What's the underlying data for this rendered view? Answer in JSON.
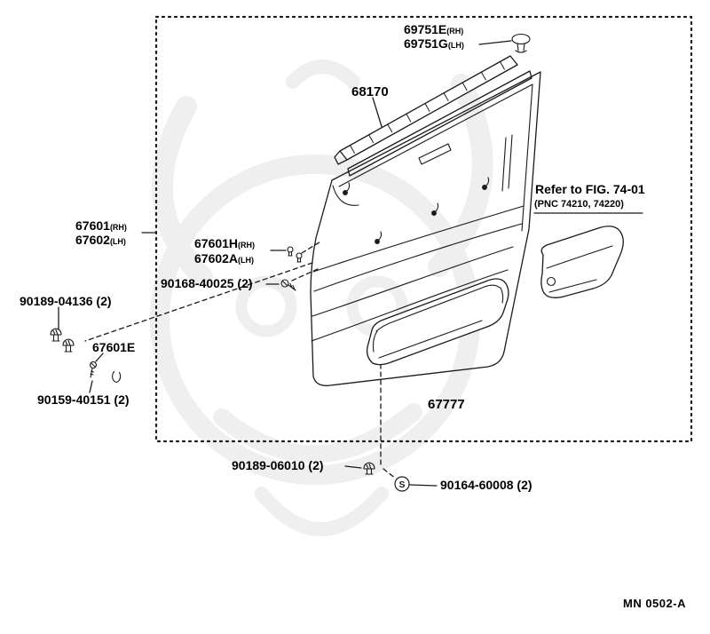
{
  "diagram": {
    "footer_code": "MN 0502-A",
    "symbols": {
      "s": "S"
    },
    "labels": {
      "l69751e": {
        "text": "69751E",
        "suffix": "(RH)"
      },
      "l69751g": {
        "text": "69751G",
        "suffix": "(LH)"
      },
      "l68170": {
        "text": "68170"
      },
      "refer_fig": {
        "text": "Refer to FIG. 74-01"
      },
      "refer_fig_pnc": {
        "text": "(PNC 74210, 74220)"
      },
      "l67601": {
        "text": "67601",
        "suffix": "(RH)"
      },
      "l67602": {
        "text": "67602",
        "suffix": "(LH)"
      },
      "l67601h": {
        "text": "67601H",
        "suffix": "(RH)"
      },
      "l67602a": {
        "text": "67602A",
        "suffix": "(LH)"
      },
      "l90168": {
        "text": "90168-40025 (2)"
      },
      "l90189a": {
        "text": "90189-04136 (2)"
      },
      "l67601e": {
        "text": "67601E"
      },
      "l90159": {
        "text": "90159-40151 (2)"
      },
      "l67777": {
        "text": "67777"
      },
      "l90189b": {
        "text": "90189-06010 (2)"
      },
      "l90164": {
        "text": "90164-60008 (2)"
      }
    }
  }
}
